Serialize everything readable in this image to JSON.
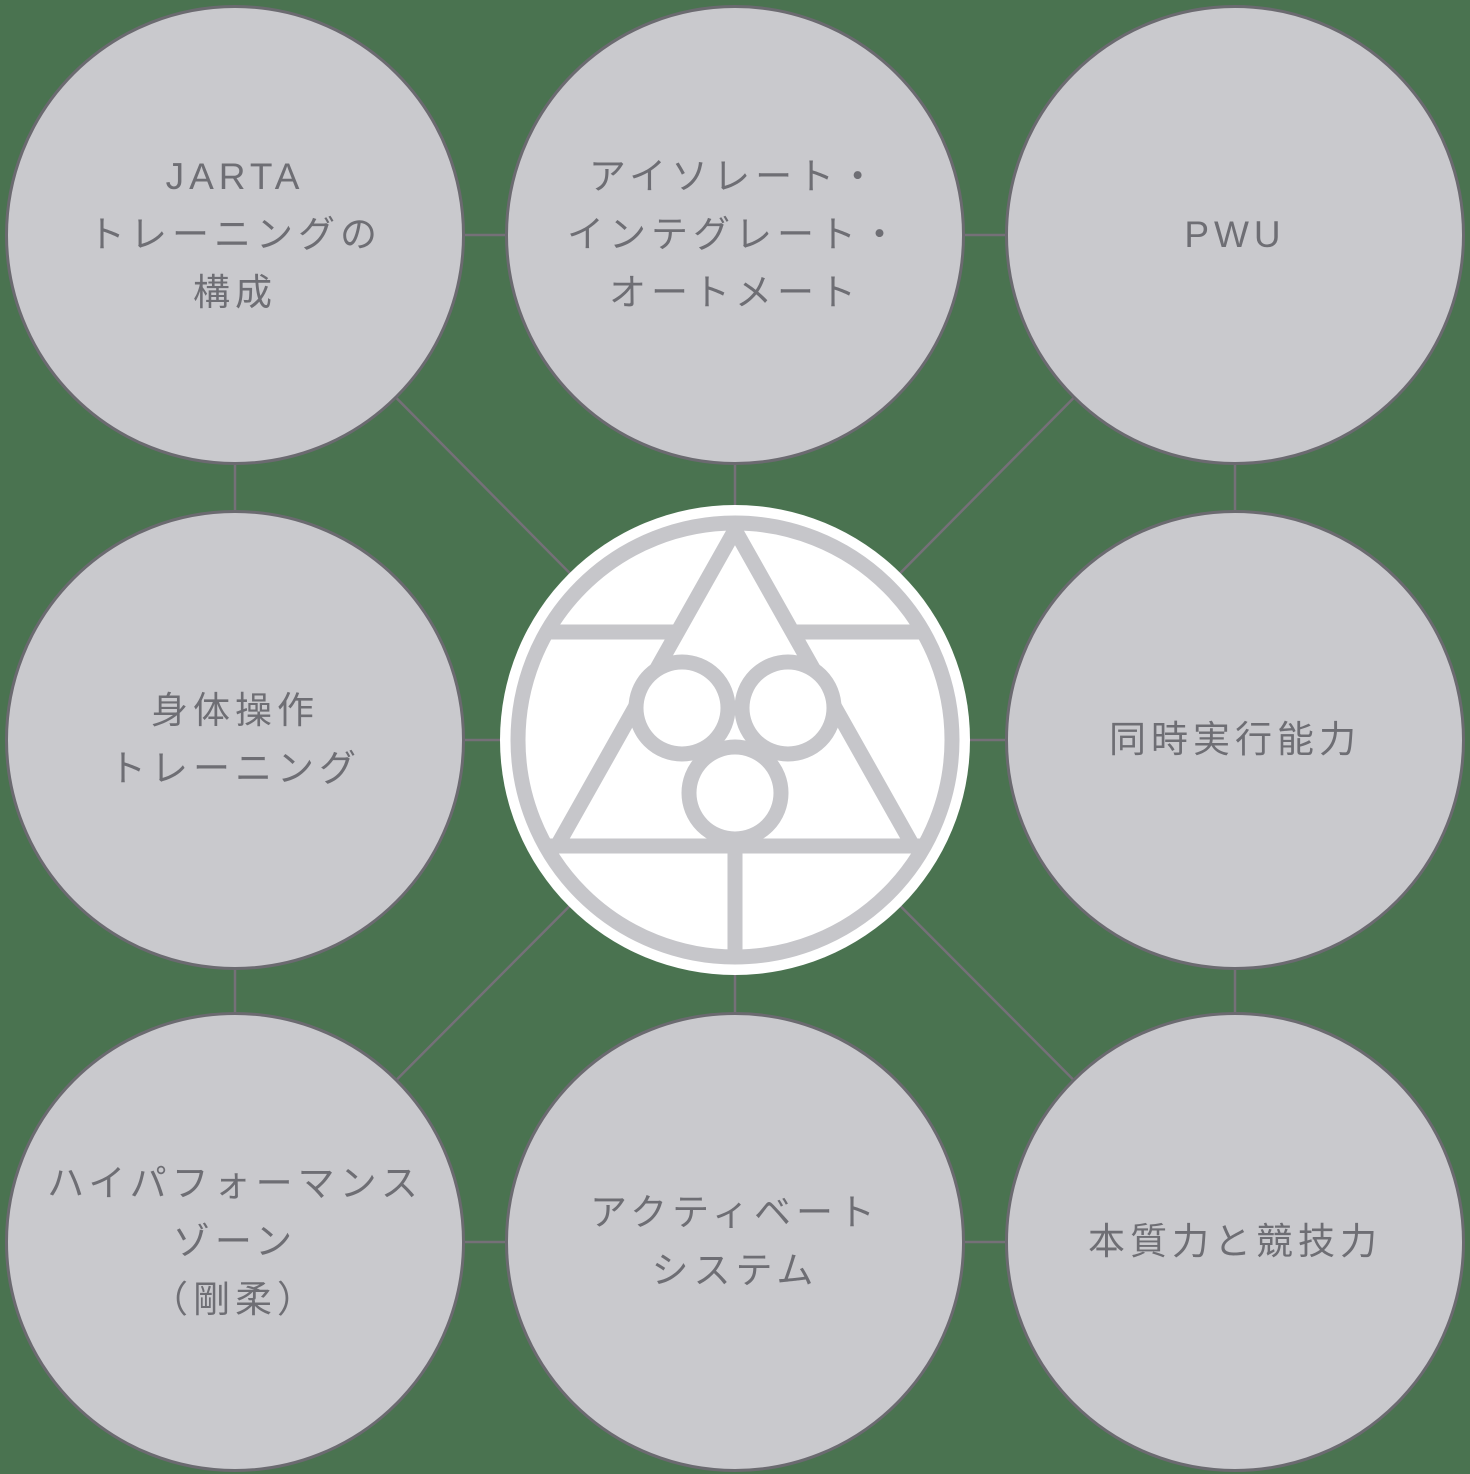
{
  "colors": {
    "background": "#4A7350",
    "circle_fill": "#C9C9CD",
    "circle_border": "#6B6A70",
    "text_color": "#6E6E74",
    "connector": "#757078",
    "logo_gray": "#C6C6CA",
    "center_fill": "#FFFFFF"
  },
  "diagram": {
    "center_logo": "jarta-mark",
    "nodes": [
      {
        "id": "jarta-training-structure",
        "lines": [
          "JARTA",
          "トレーニングの",
          "構成"
        ]
      },
      {
        "id": "isolate-integrate-automate",
        "lines": [
          "アイソレート・",
          "インテグレート・",
          "オートメート"
        ]
      },
      {
        "id": "pwu",
        "lines": [
          "PWU"
        ]
      },
      {
        "id": "body-operation-training",
        "lines": [
          "身体操作",
          "トレーニング"
        ]
      },
      {
        "id": "simultaneous-execution-ability",
        "lines": [
          "同時実行能力"
        ]
      },
      {
        "id": "high-performance-zone",
        "lines": [
          "ハイパフォーマンス",
          "ゾーン",
          "（剛柔）"
        ]
      },
      {
        "id": "activate-system",
        "lines": [
          "アクティベート",
          "システム"
        ]
      },
      {
        "id": "essential-and-competitive-power",
        "lines": [
          "本質力と競技力"
        ]
      }
    ]
  }
}
